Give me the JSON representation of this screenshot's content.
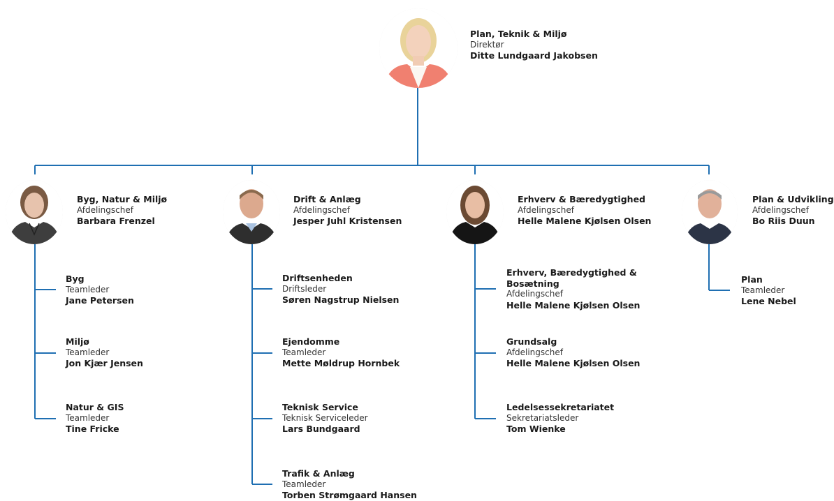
{
  "colors": {
    "connector": "#1f6fb2",
    "accent_photo_director": "#f08070"
  },
  "director": {
    "unit": "Plan, Teknik & Miljø",
    "role": "Direktør",
    "person": "Ditte Lundgaard Jakobsen",
    "photo_icon": "portrait-photo"
  },
  "departments": [
    {
      "unit": "Byg, Natur & Miljø",
      "role": "Afdelingschef",
      "person": "Barbara Frenzel",
      "teams": [
        {
          "unit": "Byg",
          "role": "Teamleder",
          "person": "Jane Petersen"
        },
        {
          "unit": "Miljø",
          "role": "Teamleder",
          "person": "Jon Kjær Jensen"
        },
        {
          "unit": "Natur & GIS",
          "role": "Teamleder",
          "person": "Tine Fricke"
        }
      ]
    },
    {
      "unit": "Drift & Anlæg",
      "role": "Afdelingschef",
      "person": "Jesper Juhl Kristensen",
      "teams": [
        {
          "unit": "Driftsenheden",
          "role": "Driftsleder",
          "person": "Søren Nagstrup Nielsen"
        },
        {
          "unit": "Ejendomme",
          "role": "Teamleder",
          "person": "Mette Møldrup Hornbek"
        },
        {
          "unit": "Teknisk Service",
          "role": "Teknisk Serviceleder",
          "person": "Lars Bundgaard"
        },
        {
          "unit": "Trafik & Anlæg",
          "role": "Teamleder",
          "person": "Torben Strømgaard Hansen"
        }
      ]
    },
    {
      "unit": "Erhverv & Bæredygtighed",
      "role": "Afdelingschef",
      "person": "Helle Malene Kjølsen Olsen",
      "teams": [
        {
          "unit_line1": "Erhverv, Bæredygtighed &",
          "unit_line2": "Bosætning",
          "role": "Afdelingschef",
          "person": "Helle Malene Kjølsen Olsen"
        },
        {
          "unit": "Grundsalg",
          "role": "Afdelingschef",
          "person": "Helle Malene Kjølsen Olsen"
        },
        {
          "unit": "Ledelsessekretariatet",
          "role": "Sekretariatsleder",
          "person": "Tom Wienke"
        }
      ]
    },
    {
      "unit": "Plan & Udvikling",
      "role": "Afdelingschef",
      "person": "Bo Riis Duun",
      "teams": [
        {
          "unit": "Plan",
          "role": "Teamleder",
          "person": "Lene Nebel"
        }
      ]
    }
  ]
}
